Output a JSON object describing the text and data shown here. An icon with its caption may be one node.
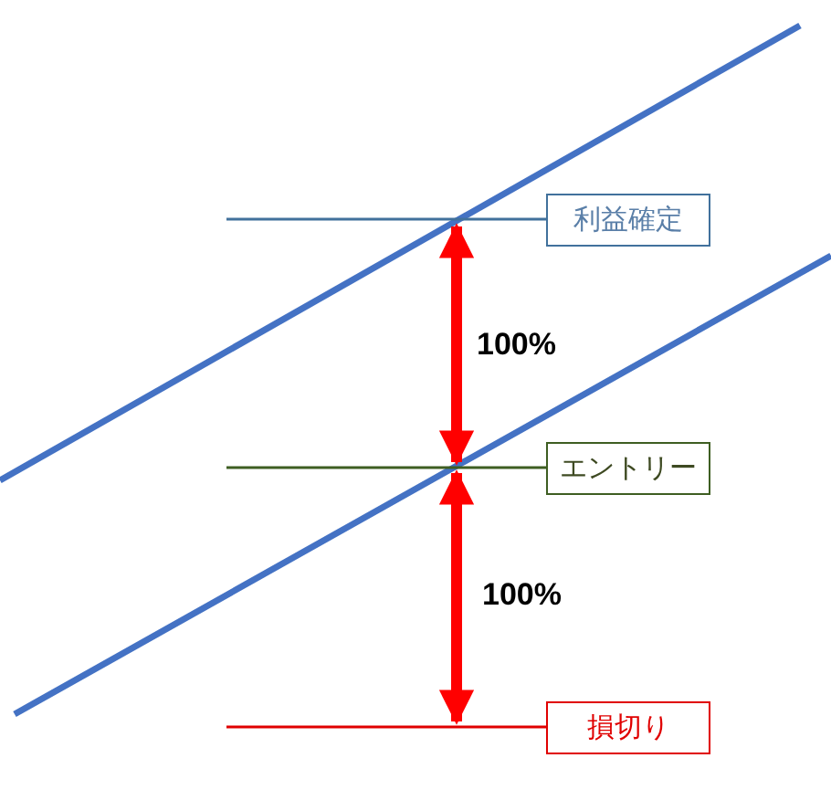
{
  "diagram": {
    "nodes": [
      {
        "text": [
          "利益確定"
        ]
      },
      {
        "text": [
          "エントリー"
        ]
      },
      {
        "text": [
          "損切り"
        ]
      }
    ],
    "labels": [
      "100%",
      "100%"
    ]
  }
}
